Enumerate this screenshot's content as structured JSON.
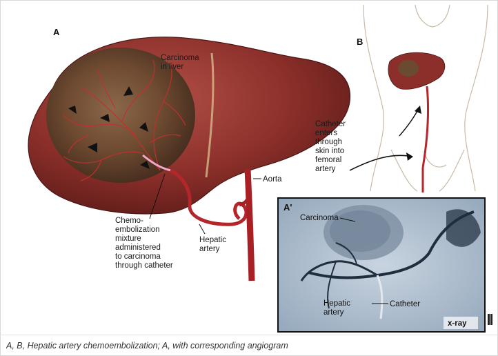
{
  "figure": {
    "panel_a": {
      "letter": "A",
      "label_carcinoma": [
        "Carcinoma",
        "in liver"
      ],
      "label_aorta": "Aorta",
      "label_chemo": [
        "Chemo-",
        "embolization",
        "mixture",
        "administered",
        "to carcinoma",
        "through catheter"
      ],
      "label_hepatic": [
        "Hepatic",
        "artery"
      ]
    },
    "panel_b": {
      "letter": "B",
      "label_catheter": [
        "Catheter",
        "enters",
        "through",
        "skin into",
        "femoral",
        "artery"
      ]
    },
    "panel_a_prime": {
      "letter": "A'",
      "label_carcinoma": "Carcinoma",
      "label_catheter": "Catheter",
      "label_hepatic": [
        "Hepatic",
        "artery"
      ],
      "badge": "x-ray"
    },
    "colors": {
      "liver": "#8c2f2a",
      "tumor": "#5b3a25",
      "artery": "#b3262a",
      "xray_bg": "#b9c7d6"
    }
  },
  "caption": "A, B, Hepatic artery chemoembolization; A, with corresponding angiogram"
}
